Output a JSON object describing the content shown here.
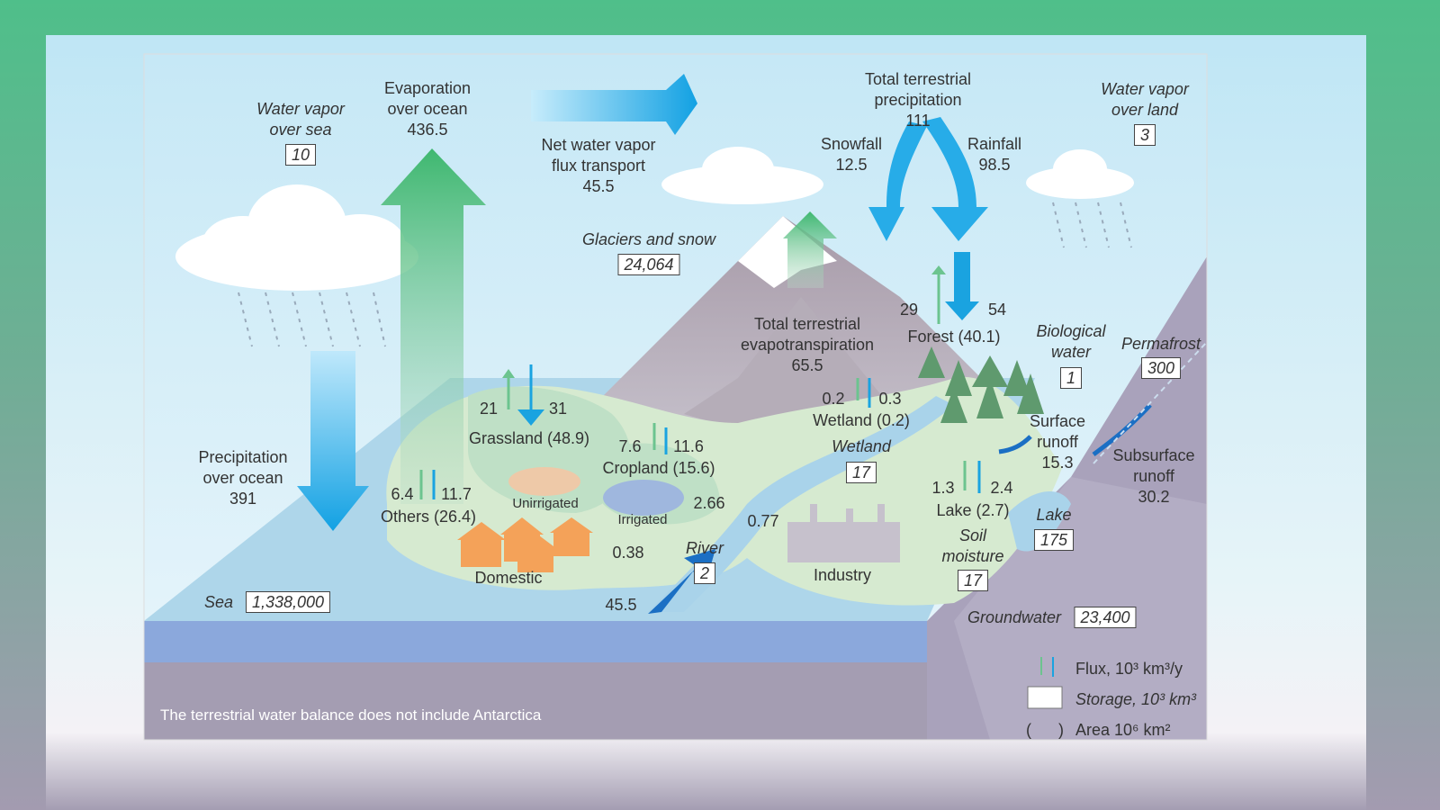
{
  "title_labels": {
    "vapor_sea": "Water vapor\nover sea",
    "vapor_sea_val": "10",
    "evap_ocean": "Evaporation\nover ocean",
    "evap_ocean_val": "436.5",
    "net_vapor": "Net water vapor\nflux transport",
    "net_vapor_val": "45.5",
    "total_precip": "Total terrestrial\nprecipitation",
    "total_precip_val": "111",
    "snowfall": "Snowfall",
    "snowfall_val": "12.5",
    "rainfall": "Rainfall",
    "rainfall_val": "98.5",
    "vapor_land": "Water vapor\nover land",
    "vapor_land_val": "3",
    "glaciers": "Glaciers and snow",
    "glaciers_val": "24,064",
    "total_et": "Total terrestrial\nevapotranspiration",
    "total_et_val": "65.5",
    "forest_up": "29",
    "forest_down": "54",
    "forest": "Forest (40.1)",
    "bio": "Biological\nwater",
    "bio_val": "1",
    "permafrost": "Permafrost",
    "permafrost_val": "300",
    "wetland_up": "0.2",
    "wetland_down": "0.3",
    "wetland_area": "Wetland (0.2)",
    "wetland": "Wetland",
    "wetland_val": "17",
    "surface_runoff": "Surface\nrunoff",
    "surface_runoff_val": "15.3",
    "subsurface_runoff": "Subsurface\nrunoff",
    "subsurface_runoff_val": "30.2",
    "grass_up": "21",
    "grass_down": "31",
    "grassland": "Grassland (48.9)",
    "crop_up": "7.6",
    "crop_down": "11.6",
    "cropland": "Cropland (15.6)",
    "others_up": "6.4",
    "others_down": "11.7",
    "others": "Others (26.4)",
    "unirrigated": "Unirrigated",
    "irrigated": "Irrigated",
    "irr_flux": "2.66",
    "ind_flux": "0.77",
    "dom_flux": "0.38",
    "domestic": "Domestic",
    "industry": "Industry",
    "river": "River",
    "river_val": "2",
    "river_flux": "45.5",
    "lake_up": "1.3",
    "lake_down": "2.4",
    "lake_area": "Lake (2.7)",
    "lake": "Lake",
    "lake_val": "175",
    "soil": "Soil\nmoisture",
    "soil_val": "17",
    "precip_ocean": "Precipitation\nover ocean",
    "precip_ocean_val": "391",
    "sea": "Sea",
    "sea_val": "1,338,000",
    "groundwater": "Groundwater",
    "groundwater_val": "23,400"
  },
  "legend": {
    "flux": "Flux, 10³ km³/y",
    "storage": "Storage, 10³ km³",
    "area": "Area 10⁶ km²",
    "area_paren": "(      )"
  },
  "note": "The terrestrial water balance does not include Antarctica",
  "colors": {
    "flux_down": "#1aa3e0",
    "flux_up": "#5cbf86",
    "sea": "#a9d3ea",
    "land": "#d6ead0",
    "ground": "#a49db2"
  }
}
